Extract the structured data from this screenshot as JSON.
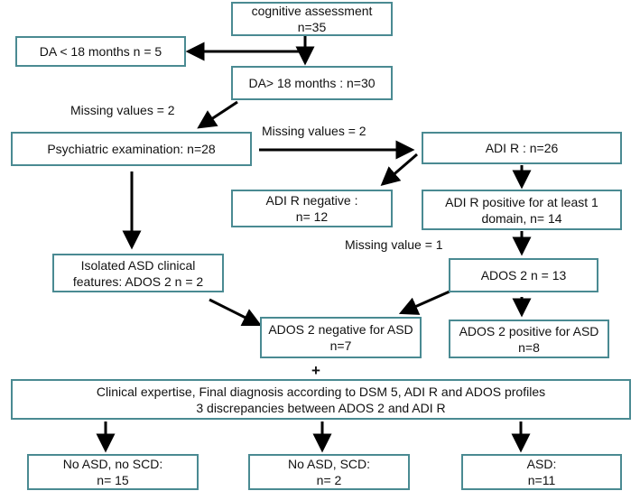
{
  "boxes": {
    "cognitive": {
      "line1": "cognitive assessment",
      "line2": "n=35"
    },
    "da_under": {
      "text": "DA < 18 months n = 5"
    },
    "da_over": {
      "text": "DA> 18 months : n=30"
    },
    "psychiatric": {
      "text": "Psychiatric examination: n=28"
    },
    "adir": {
      "text": "ADI R : n=26"
    },
    "adir_negative": {
      "line1": "ADI R negative :",
      "line2": "n= 12"
    },
    "adir_positive": {
      "line1": "ADI R positive for at least 1",
      "line2": "domain, n= 14"
    },
    "isolated": {
      "line1": "Isolated ASD clinical",
      "line2": "features: ADOS 2 n = 2"
    },
    "ados": {
      "text": "ADOS 2 n = 13"
    },
    "ados_negative": {
      "line1": "ADOS 2 negative for ASD",
      "line2": "n=7"
    },
    "ados_positive": {
      "line1": "ADOS 2 positive for ASD",
      "line2": "n=8"
    },
    "final": {
      "line1": "Clinical expertise, Final diagnosis according to DSM 5, ADI R and ADOS profiles",
      "line2": "3 discrepancies between ADOS 2 and ADI R"
    },
    "no_asd_no_scd": {
      "line1": "No ASD, no SCD:",
      "line2": "n= 15"
    },
    "no_asd_scd": {
      "line1": "No ASD, SCD:",
      "line2": "n= 2"
    },
    "asd": {
      "line1": "ASD:",
      "line2": "n=11"
    }
  },
  "labels": {
    "missing_left": "Missing values = 2",
    "missing_middle": "Missing values = 2",
    "missing_right": "Missing value = 1",
    "plus": "+"
  },
  "colors": {
    "box_border": "#4a8a92",
    "arrow": "#000000"
  }
}
